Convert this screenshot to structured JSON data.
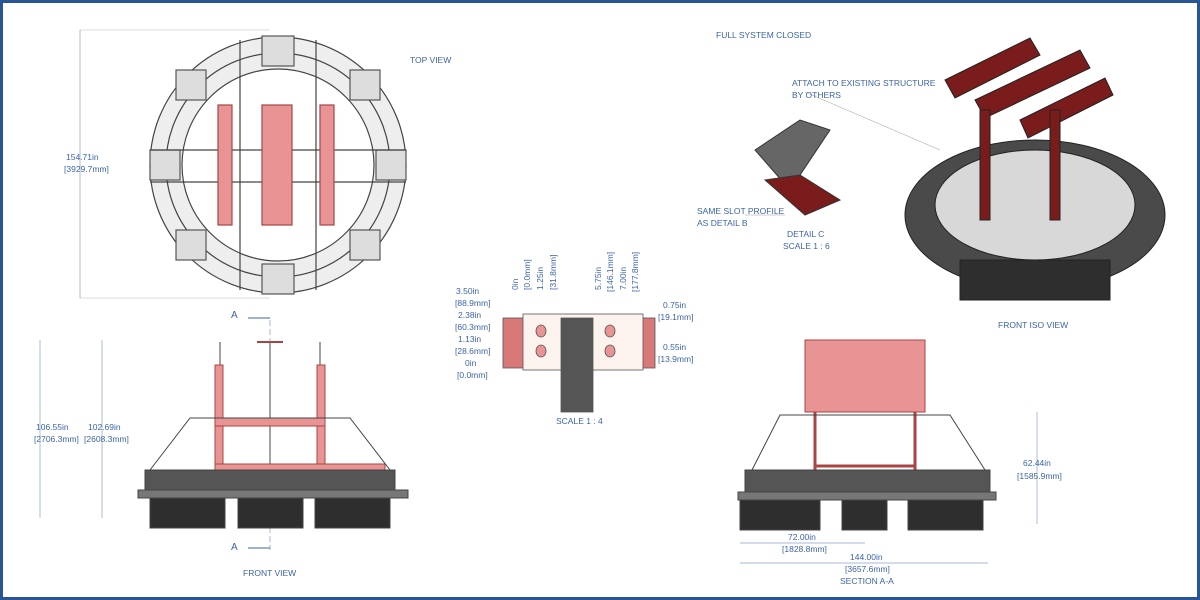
{
  "views": {
    "top_view": "TOP VIEW",
    "front_view": "FRONT VIEW",
    "section": "SECTION A-A",
    "full_system": "FULL SYSTEM CLOSED",
    "front_iso": "FRONT ISO VIEW",
    "detail_c": "DETAIL C",
    "detail_c_scale": "SCALE 1 : 6",
    "detail_scale": "SCALE 1 : 4"
  },
  "notes": {
    "attach_line1": "ATTACH TO EXISTING STRUCTURE",
    "attach_line2": "BY OTHERS",
    "slot_line1": "SAME SLOT PROFILE",
    "slot_line2": "AS DETAIL B"
  },
  "section_marks": {
    "top": "A",
    "bottom": "A"
  },
  "dimensions": {
    "top_diameter": {
      "in": "154.71in",
      "mm": "[3929.7mm]"
    },
    "front_overall": {
      "in": "106.55in",
      "mm": "[2706.3mm]"
    },
    "front_inner": {
      "in": "102.69in",
      "mm": "[2608.3mm]"
    },
    "section_height": {
      "in": "62.44in",
      "mm": "[1585.9mm]"
    },
    "section_half": {
      "in": "72.00in",
      "mm": "[1828.8mm]"
    },
    "section_width": {
      "in": "144.00in",
      "mm": "[3657.6mm]"
    }
  },
  "detail_dims": {
    "left": [
      {
        "in": "3.50in",
        "mm": "[88.9mm]"
      },
      {
        "in": "2.38in",
        "mm": "[60.3mm]"
      },
      {
        "in": "1.13in",
        "mm": "[28.6mm]"
      },
      {
        "in": "0in",
        "mm": "[0.0mm]"
      }
    ],
    "top": [
      {
        "in": "0in",
        "mm": "[0.0mm]"
      },
      {
        "in": "1.25in",
        "mm": "[31.8mm]"
      },
      {
        "in": "5.75in",
        "mm": "[146.1mm]"
      },
      {
        "in": "7.00in",
        "mm": "[177.8mm]"
      }
    ],
    "right": [
      {
        "in": "0.75in",
        "mm": "[19.1mm]"
      },
      {
        "in": "0.55in",
        "mm": "[13.9mm]"
      }
    ]
  },
  "colors": {
    "frame": "#2a5594",
    "text": "#3d64a8",
    "steel": "#a94444",
    "pink": "#e89494",
    "frame_metal": "#3a3a3a"
  }
}
